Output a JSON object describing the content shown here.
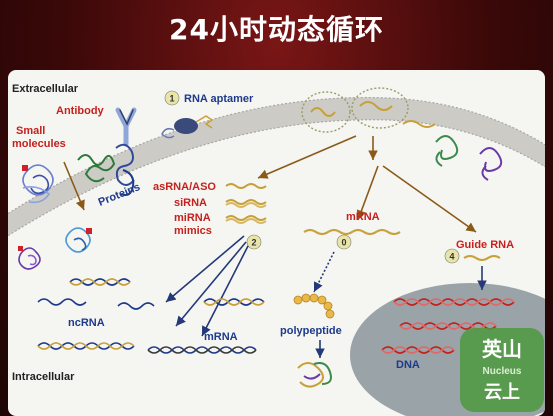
{
  "header": {
    "title": "24小时动态循环"
  },
  "regions": {
    "extracellular": "Extracellular",
    "intracellular": "Intracellular"
  },
  "labels": {
    "antibody": "Antibody",
    "small_molecules_1": "Small",
    "small_molecules_2": "molecules",
    "proteins": "Proteins",
    "rna_aptamer": "RNA aptamer",
    "asrna_aso": "asRNA/ASO",
    "sirna": "siRNA",
    "mirna_1": "miRNA",
    "mirna_2": "mimics",
    "mrna_top": "mRNA",
    "guide_rna": "Guide RNA",
    "ncrna": "ncRNA",
    "mrna_bottom": "mRNA",
    "polypeptide": "polypeptide",
    "dna": "DNA"
  },
  "steps": {
    "one": "1",
    "two": "2",
    "zero": "0",
    "four": "4"
  },
  "watermark": {
    "line1": "英山",
    "line2": "Nucleus",
    "line3": "云上"
  },
  "colors": {
    "background": "#3a0808",
    "panel": "#f5f5f2",
    "membrane": "#cdcbc6",
    "nucleus": "#9aa3a8",
    "arrow": "#243a78",
    "label_red": "#c5211d",
    "label_blue": "#1e3a8a"
  }
}
